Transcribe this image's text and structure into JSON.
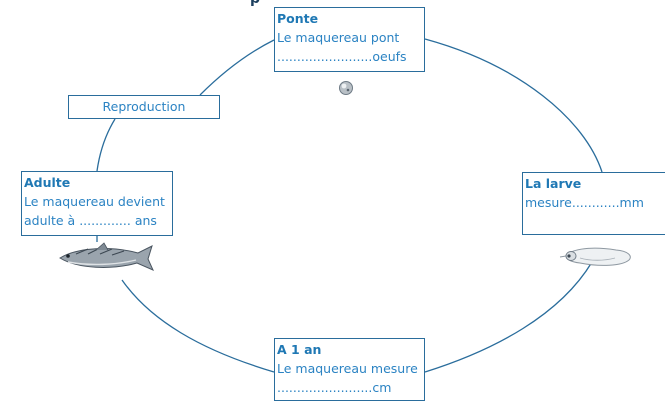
{
  "diagram": {
    "title_fragment": "p",
    "colors": {
      "line": "#2a6d9c",
      "title_text": "#1f78b4",
      "body_text": "#2b83c3",
      "fish_body": "#9aa4ad",
      "fish_stripe": "#3c4752"
    },
    "stages": {
      "ponte": {
        "title": "Ponte",
        "line1": "Le maquereau pont",
        "line2": "........................oeufs",
        "icon": "egg-icon"
      },
      "larve": {
        "title": "La larve",
        "line1": "mesure............mm",
        "icon": "larva-icon"
      },
      "un_an": {
        "title": "A 1 an",
        "line1": "Le maquereau mesure",
        "line2": "........................cm"
      },
      "adulte": {
        "title": "Adulte",
        "line1": "Le maquereau devient",
        "line2": "adulte à ............. ans",
        "icon": "mackerel-icon"
      }
    },
    "reproduction_label": "Reproduction"
  }
}
